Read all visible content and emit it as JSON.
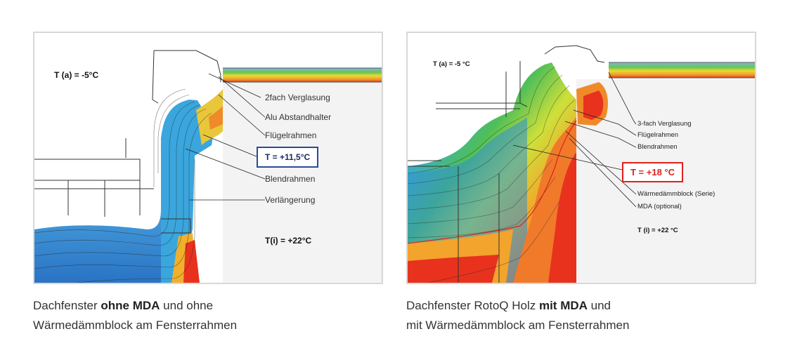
{
  "left": {
    "temp_outside": "T (a) = -5°C",
    "temp_inside": "T(i) = +22°C",
    "temp_highlight": "T = +11,5°C",
    "labels": [
      "2fach Verglasung",
      "Alu Abstandhalter",
      "Flügelrahmen",
      "Blendrahmen",
      "Verlängerung"
    ],
    "caption": {
      "line1_pre": "Dachfenster ",
      "line1_bold": "ohne MDA",
      "line1_post": " und ohne",
      "line2": "Wärmedämmblock am Fensterrahmen"
    },
    "highlight_color": "#2c4a9a"
  },
  "right": {
    "temp_outside": "T (a) = -5 °C",
    "temp_inside": "T (i) = +22 °C",
    "temp_highlight": "T = +18 °C",
    "labels": [
      "3-fach Verglasung",
      "Flügelrahmen",
      "Blendrahmen",
      "Wärmedämmblock (Serie)",
      "MDA (optional)"
    ],
    "caption": {
      "line1_pre": "Dachfenster RotoQ Holz ",
      "line1_bold": "mit MDA",
      "line1_post": " und",
      "line2": "mit Wärmedämmblock am Fensterrahmen"
    },
    "highlight_color": "#e0201c"
  }
}
